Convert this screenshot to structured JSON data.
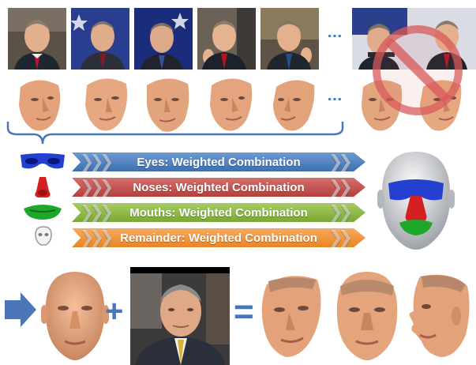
{
  "input_photos": [
    {
      "name": "photo-1"
    },
    {
      "name": "photo-2"
    },
    {
      "name": "photo-3"
    },
    {
      "name": "photo-4"
    },
    {
      "name": "photo-5"
    },
    {
      "name": "photo-6"
    }
  ],
  "ellipsis": "…",
  "bands": [
    {
      "label": "Eyes: Weighted Combination",
      "color": "#4a7fc1"
    },
    {
      "label": "Noses: Weighted Combination",
      "color": "#c0504d"
    },
    {
      "label": "Mouths: Weighted Combination",
      "color": "#8cb843"
    },
    {
      "label": "Remainder: Weighted Combination",
      "color": "#f0923a"
    }
  ],
  "operators": {
    "plus": "+",
    "equals": "="
  },
  "colors": {
    "accent": "#4a76b8",
    "no_sign": "#d85a5a",
    "skin": "#e3a27a"
  }
}
